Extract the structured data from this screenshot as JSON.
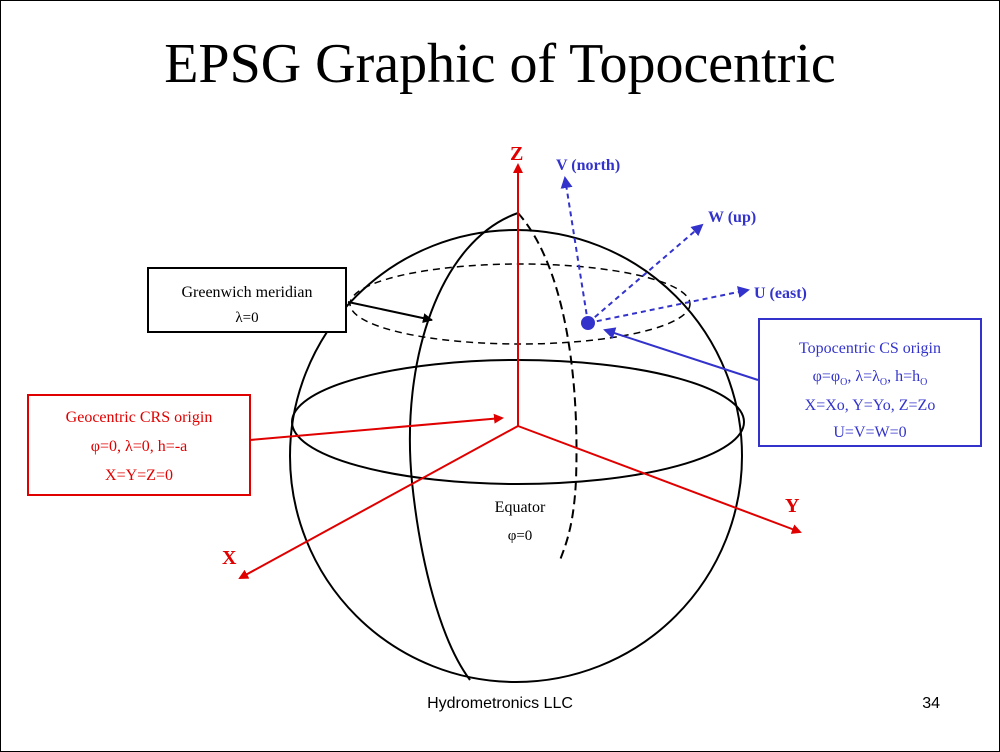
{
  "slide": {
    "title": "EPSG Graphic of Topocentric",
    "footer": "Hydrometronics LLC",
    "page_number": "34"
  },
  "axes": {
    "z": "Z",
    "x": "X",
    "y": "Y",
    "v": "V (north)",
    "w": "W (up)",
    "u": "U (east)"
  },
  "labels": {
    "greenwich_line1": "Greenwich meridian",
    "greenwich_line2": "λ=0",
    "equator_line1": "Equator",
    "equator_line2": "φ=0",
    "geocentric_line1": "Geocentric CRS origin",
    "geocentric_line2": "φ=0, λ=0, h=-a",
    "geocentric_line3": "X=Y=Z=0",
    "topo_line1": "Topocentric CS origin",
    "topo_line2": "φ=φ",
    "topo_line2_sub": "O",
    "topo_line2_b": ", λ=λ",
    "topo_line2_sub2": "O",
    "topo_line2_c": ", h=h",
    "topo_line2_sub3": "O",
    "topo_line3": "X=Xo, Y=Yo, Z=Zo",
    "topo_line4": "U=V=W=0"
  },
  "colors": {
    "geocentric": "#e00000",
    "topocentric": "#3333cc",
    "outline": "#000000"
  }
}
